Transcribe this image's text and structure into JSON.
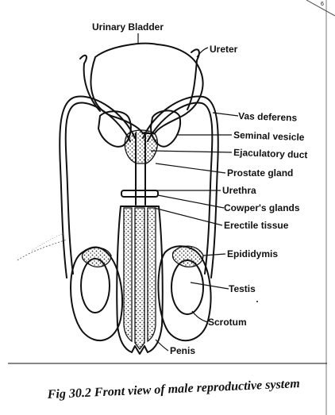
{
  "page_number": "6",
  "diagram": {
    "labels": {
      "urinary_bladder": "Urinary Bladder",
      "ureter": "Ureter",
      "vas_deferens": "Vas deferens",
      "seminal_vesicle": "Seminal vesicle",
      "ejaculatory_duct": "Ejaculatory duct",
      "prostate_gland": "Prostate gland",
      "urethra": "Urethra",
      "cowpers_glands": "Cowper's glands",
      "erectile_tissue": "Erectile tissue",
      "epididymis": "Epididymis",
      "testis": "Testis",
      "scrotum": "Scrotum",
      "penis": "Penis"
    }
  },
  "caption": "Fig 30.2 Front view of male  reproductive system",
  "colors": {
    "ink": "#111111",
    "paper": "#ffffff"
  }
}
